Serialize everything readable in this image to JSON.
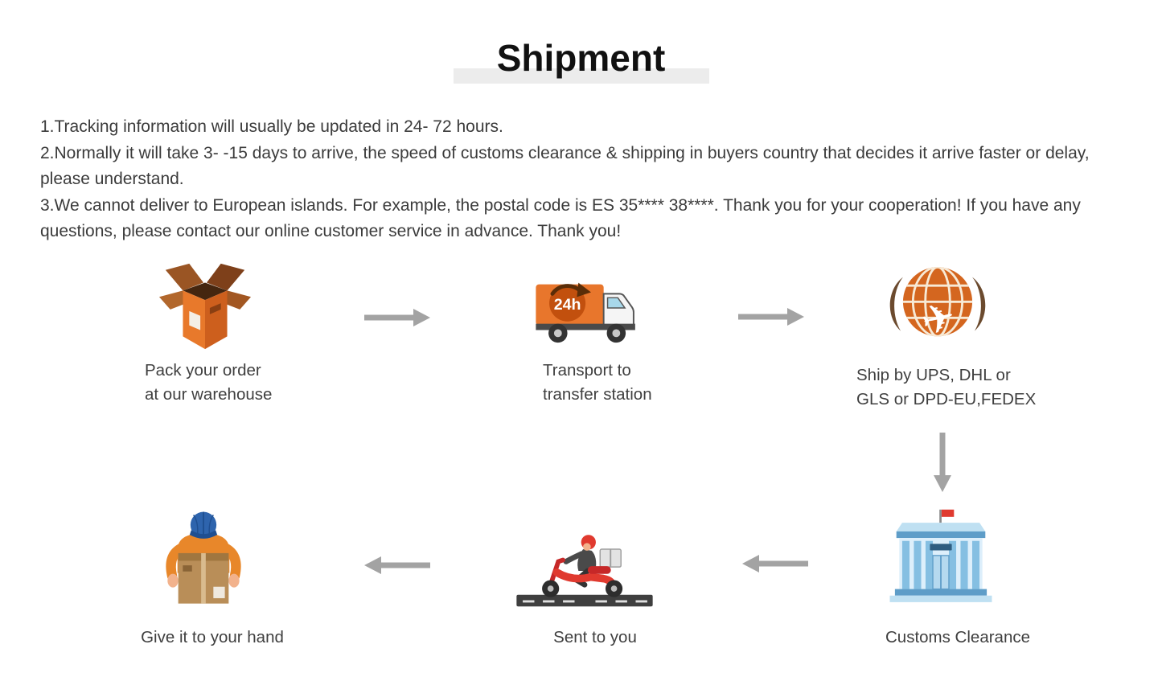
{
  "page": {
    "title": "Shipment"
  },
  "notes": [
    "1.Tracking information will usually be updated in 24- 72 hours.",
    "2.Normally it will take 3- -15 days to arrive, the speed of customs clearance & shipping in buyers country that decides it arrive faster or delay, please understand.",
    "3.We cannot deliver to European islands. For example, the postal code is ES 35**** 38****. Thank you for your cooperation! If you have any questions, please contact our online customer service in advance. Thank you!"
  ],
  "flow": {
    "truck_badge": "24h",
    "steps": [
      {
        "id": "pack",
        "icon": "open-box-icon",
        "line1": "Pack your order",
        "line2": "at our warehouse"
      },
      {
        "id": "transport",
        "icon": "truck-24h-icon",
        "line1": "Transport to",
        "line2": "transfer station"
      },
      {
        "id": "ship",
        "icon": "globe-airplane-icon",
        "line1": "Ship by UPS, DHL or",
        "line2": "GLS or DPD-EU,FEDEX"
      },
      {
        "id": "customs",
        "icon": "customs-building-icon",
        "line1": "Customs Clearance",
        "line2": ""
      },
      {
        "id": "sent",
        "icon": "delivery-scooter-icon",
        "line1": "Sent to you",
        "line2": ""
      },
      {
        "id": "give",
        "icon": "courier-carrying-box-icon",
        "line1": "Give it to your hand",
        "line2": ""
      }
    ]
  },
  "icons": {
    "plane_glyph": "✈"
  },
  "colors": {
    "orange": "#d4661f",
    "dark_orange": "#c2500e",
    "arrow_gray": "#a3a3a3",
    "title_highlight": "#ececec",
    "text": "#3b3b3b",
    "building_blue": "#bfe0f2",
    "scooter_red": "#e03a2f",
    "flag_red": "#e03a2f",
    "cap_blue": "#2e64ad",
    "box_brown": "#b98e58"
  }
}
